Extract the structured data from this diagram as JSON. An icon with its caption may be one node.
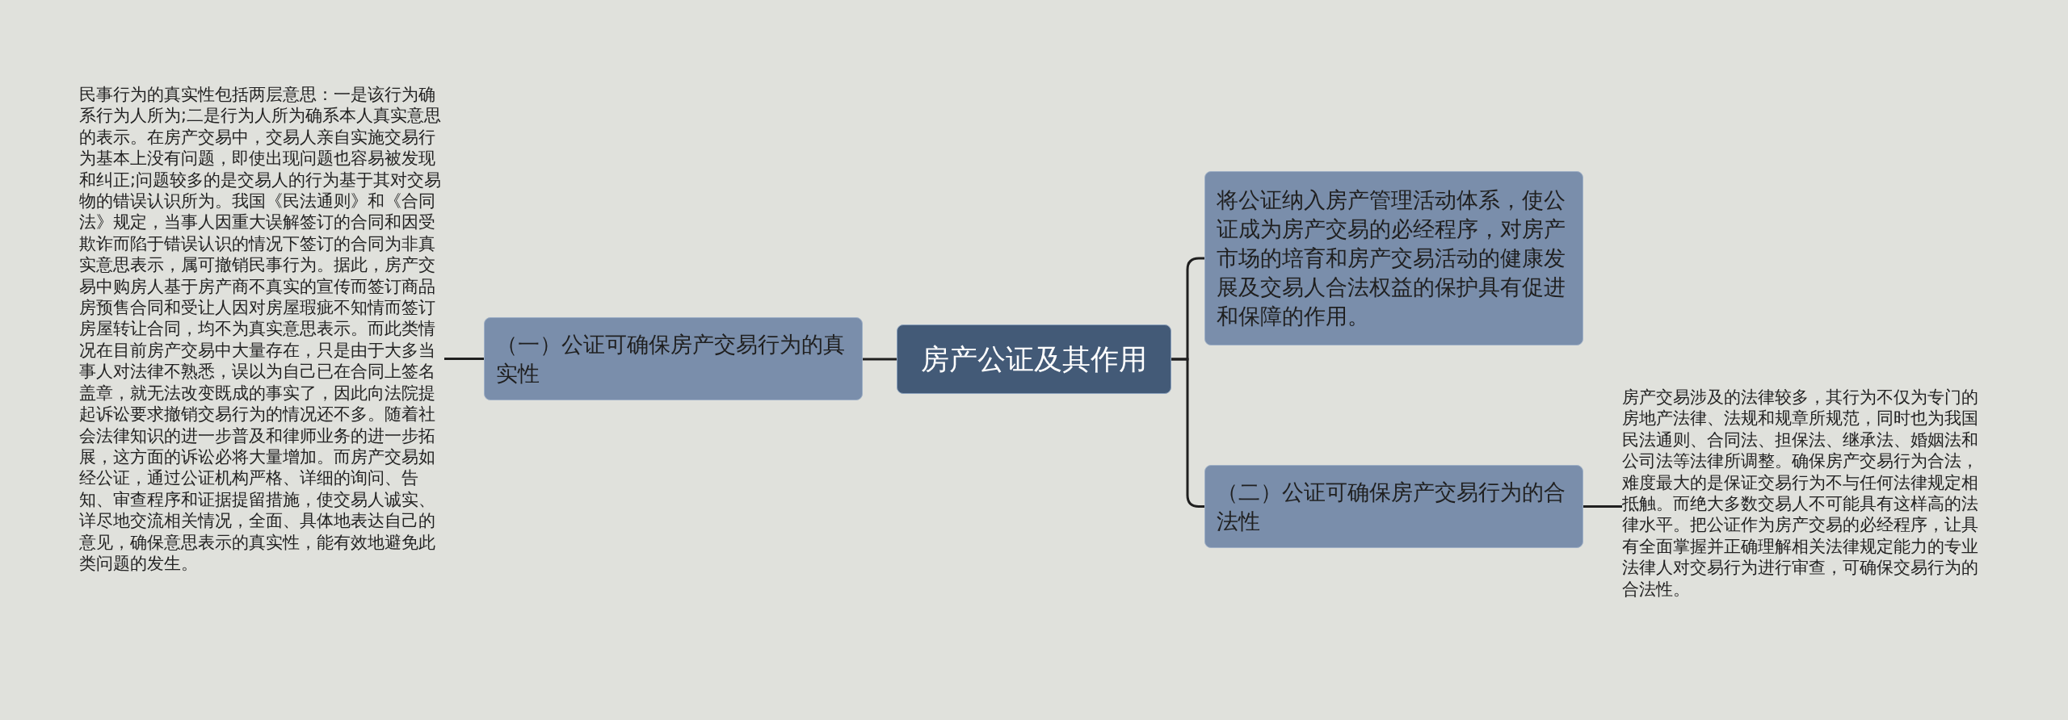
{
  "diagram": {
    "nodes": [
      {
        "text": [
          "房产公证及其作用"
        ]
      },
      {
        "text": [
          "（一）公证可确保房产交易行为的真实性"
        ]
      },
      {
        "text": [
          "民事行为的真实性包括两层意思：一是该行为确系行为人所为;二是行为人所为确系本人真实意思的表示。在房产交易中，交易人亲自实施交易行为基本上没有问题，即使出现问题也容易被发现和纠正;问题较多的是交易人的行为基于其对交易物的错误认识所为。我国《民法通则》和《合同法》规定，当事人因重大误解签订的合同和因受欺诈而陷于错误认识的情况下签订的合同为非真实意思表示，属可撤销民事行为。据此，房产交易中购房人基于房产商不真实的宣传而签订商品房预售合同和受让人因对房屋瑕疵不知情而签订房屋转让合同，均不为真实意思表示。而此类情况在目前房产交易中大量存在，只是由于大多当事人对法律不熟悉，误以为自己已在合同上签名盖章，就无法改变既成的事实了，因此向法院提起诉讼要求撤销交易行为的情况还不多。随着社会法律知识的进一步普及和律师业务的进一步拓展，这方面的诉讼必将大量增加。而房产交易如经公证，通过公证机构严格、详细的询问、告知、审查程序和证据提留措施，使交易人诚实、详尽地交流相关情况，全面、具体地表达自己的意见，确保意思表示的真实性，能有效地避免此类问题的发生。"
        ]
      },
      {
        "text": [
          "将公证纳入房产管理活动体系，使公证成为房产交易的必经程序，对房产市场的培育和房产交易活动的健康发展及交易人合法权益的保护具有促进和保障的作用。"
        ]
      },
      {
        "text": [
          "（二）公证可确保房产交易行为的合法性"
        ]
      },
      {
        "text": [
          "房产交易涉及的法律较多，其行为不仅为专门的房地产法律、法规和规章所规范，同时也为我国民法通则、合同法、担保法、继承法、婚姻法和公司法等法律所调整。确保房产交易行为合法，难度最大的是保证交易行为不与任何法律规定相抵触。而绝大多数交易人不可能具有这样高的法律水平。把公证作为房产交易的必经程序，让具有全面掌握并正确理解相关法律规定能力的专业法律人对交易行为进行审查，可确保交易行为的合法性。"
        ]
      }
    ],
    "edges": [
      {
        "from": 0,
        "to": 1,
        "arrow": "none"
      },
      {
        "from": 1,
        "to": 2,
        "arrow": "none"
      },
      {
        "from": 0,
        "to": 3,
        "arrow": "none"
      },
      {
        "from": 0,
        "to": 4,
        "arrow": "none"
      },
      {
        "from": 4,
        "to": 5,
        "arrow": "none"
      }
    ]
  }
}
